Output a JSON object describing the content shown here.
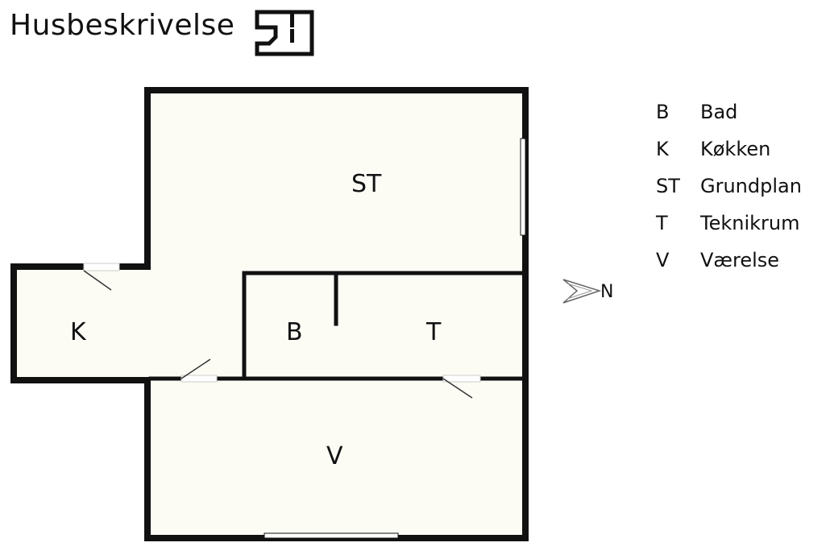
{
  "header": {
    "title": "Husbeskrivelse",
    "logo_icon": "house-info-icon"
  },
  "colors": {
    "floor": "#fcfcf5",
    "wall": "#111111",
    "window": "#ffffff"
  },
  "rooms": [
    {
      "code": "ST"
    },
    {
      "code": "K"
    },
    {
      "code": "B"
    },
    {
      "code": "T"
    },
    {
      "code": "V"
    }
  ],
  "compass": {
    "label": "N",
    "icon": "north-arrow-icon"
  },
  "legend": [
    {
      "code": "B",
      "name": "Bad"
    },
    {
      "code": "K",
      "name": "Køkken"
    },
    {
      "code": "ST",
      "name": "Grundplan"
    },
    {
      "code": "T",
      "name": "Teknikrum"
    },
    {
      "code": "V",
      "name": "Værelse"
    }
  ]
}
